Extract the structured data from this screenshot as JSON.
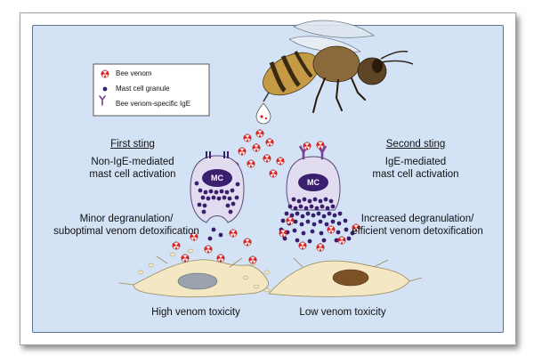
{
  "legend": {
    "venom": "Bee venom",
    "granule": "Mast cell granule",
    "ige": "Bee venom-specific IgE"
  },
  "left": {
    "heading": "First sting",
    "activation_1": "Non-IgE-mediated",
    "activation_2": "mast cell activation",
    "outcome_1": "Minor degranulation/",
    "outcome_2": "suboptimal venom detoxification",
    "toxicity": "High venom toxicity"
  },
  "right": {
    "heading": "Second sting",
    "activation_1": "IgE-mediated",
    "activation_2": "mast cell activation",
    "outcome_1": "Increased degranulation/",
    "outcome_2": "efficient venom detoxification",
    "toxicity": "Low venom toxicity"
  },
  "cell_label": "MC",
  "colors": {
    "panel": "#d4e2f6",
    "venom_red": "#e32626",
    "granule_purple": "#3a1f6e",
    "ige_purple": "#7a3f96",
    "mast_cell": "#e1dcef",
    "tissue_cell": "#f4e8c4",
    "bee_body": "#c49a45"
  }
}
